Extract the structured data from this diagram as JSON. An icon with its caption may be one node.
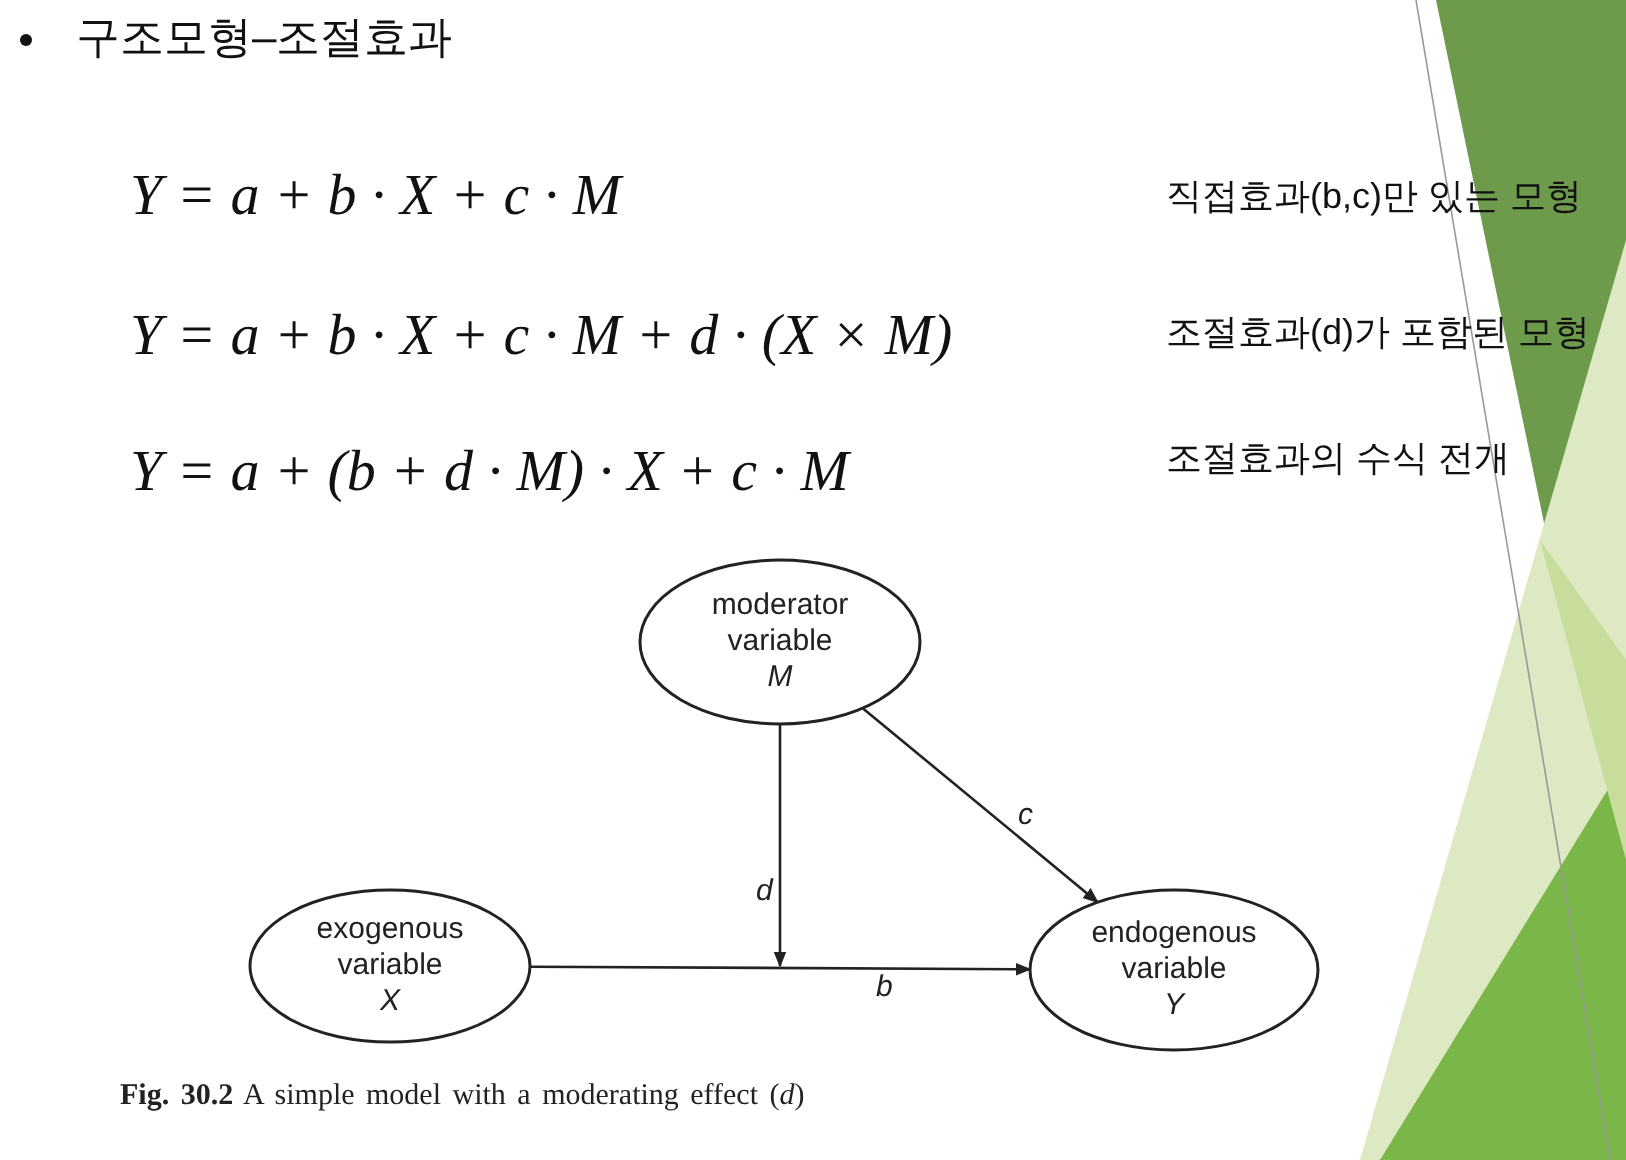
{
  "diagram": {
    "title": "구조모형–조절효과",
    "nodes": [
      {
        "text": [
          "moderator variable",
          "M"
        ]
      },
      {
        "text": [
          "exogenous variable",
          "X"
        ]
      },
      {
        "text": [
          "endogenous variable",
          "Y"
        ]
      }
    ],
    "edges": [
      {
        "from": 0,
        "to": null,
        "arrow": "to",
        "label": "d"
      },
      {
        "from": 0,
        "to": 2,
        "arrow": "to",
        "label": "c"
      },
      {
        "from": 1,
        "to": 2,
        "arrow": "to",
        "label": "b"
      }
    ],
    "labels": [
      "Y = a + b · X + c · M",
      "직접효과(b,c)만 있는 모형",
      "Y = a + b · X + c · M + d · (X × M)",
      "조절효과(d)가 포함된 모형",
      "Y = a + (b + d · M) · X + c · M",
      "조절효과의 수식 전개"
    ],
    "caption": "**Fig. 30.2** A simple model with a moderating effect (*d*)"
  }
}
